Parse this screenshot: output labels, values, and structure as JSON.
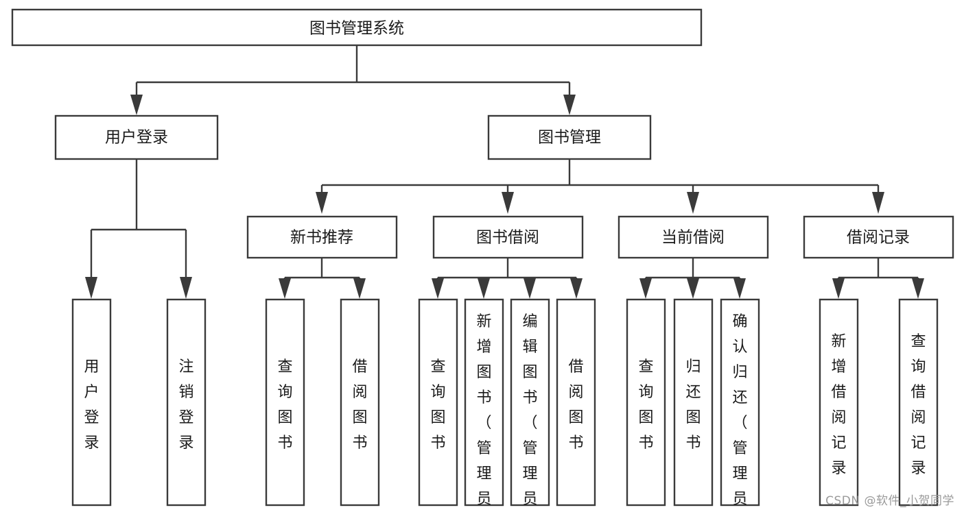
{
  "diagram": {
    "type": "tree-hierarchy",
    "title": "图书管理系统",
    "background_color": "#ffffff",
    "stroke_color": "#3a3a3a",
    "text_color": "#1a1a1a",
    "root": {
      "label": "图书管理系统"
    },
    "level2": [
      {
        "label": "用户登录"
      },
      {
        "label": "图书管理"
      }
    ],
    "level3": [
      {
        "label": "新书推荐"
      },
      {
        "label": "图书借阅"
      },
      {
        "label": "当前借阅"
      },
      {
        "label": "借阅记录"
      }
    ],
    "leaves": {
      "user_login": [
        {
          "label": "用户登录"
        },
        {
          "label": "注销登录"
        }
      ],
      "new_book_recommend": [
        {
          "label": "查询图书"
        },
        {
          "label": "借阅图书"
        }
      ],
      "book_borrow": [
        {
          "label": "查询图书"
        },
        {
          "label": "新增图书（管理员）"
        },
        {
          "label": "编辑图书（管理员）"
        },
        {
          "label": "借阅图书"
        }
      ],
      "current_borrow": [
        {
          "label": "查询图书"
        },
        {
          "label": "归还图书"
        },
        {
          "label": "确认归还（管理员）"
        }
      ],
      "borrow_record": [
        {
          "label": "新增借阅记录"
        },
        {
          "label": "查询借阅记录"
        }
      ]
    }
  },
  "watermark": {
    "text": "CSDN @软件_小贺同学"
  }
}
